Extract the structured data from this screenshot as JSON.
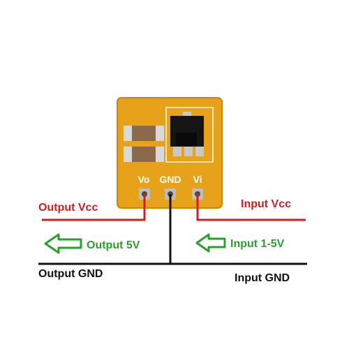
{
  "board": {
    "pin_labels": {
      "vo": "Vo",
      "gnd": "GND",
      "vi": "Vi"
    }
  },
  "labels": {
    "output_vcc": "Output Vcc",
    "input_vcc": "Input Vcc",
    "output_voltage": "Output 5V",
    "input_voltage": "Input 1-5V",
    "output_gnd": "Output GND",
    "input_gnd": "Input GND"
  },
  "colors": {
    "board": "#e5a21a",
    "vcc_wire": "#cc1f1f",
    "gnd_wire": "#111111",
    "arrow": "#2aa02a",
    "pin_label": "#ffffff"
  }
}
